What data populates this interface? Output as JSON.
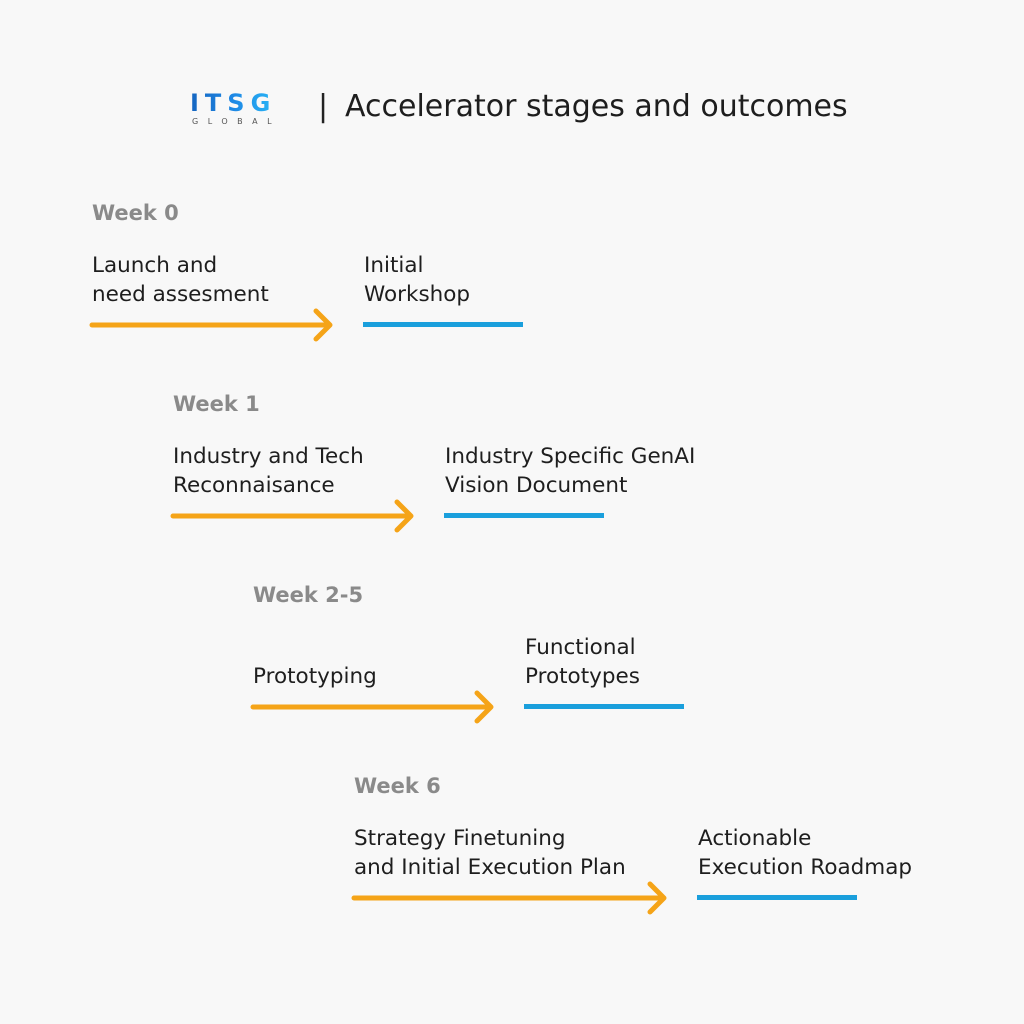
{
  "header": {
    "logo_text": "ITSG",
    "logo_sub": "GLOBAL",
    "separator": "|",
    "title": "Accelerator stages and outcomes"
  },
  "colors": {
    "background": "#f8f8f8",
    "arrow": "#f5a418",
    "outcome_line": "#1a9fdc",
    "week_label": "#8a8a8a",
    "logo_blue": "#1e88e5"
  },
  "stages": [
    {
      "week": "Week 0",
      "step_lines": [
        "Launch and",
        "need assesment"
      ],
      "outcome_lines": [
        "Initial",
        "Workshop"
      ]
    },
    {
      "week": "Week 1",
      "step_lines": [
        "Industry and Tech",
        "Reconnaisance"
      ],
      "outcome_lines": [
        "Industry Specific GenAI",
        "Vision Document"
      ]
    },
    {
      "week": "Week 2-5",
      "step_lines": [
        "",
        "Prototyping"
      ],
      "outcome_lines": [
        "Functional",
        "Prototypes"
      ]
    },
    {
      "week": "Week 6",
      "step_lines": [
        "Strategy Finetuning",
        "and Initial Execution Plan"
      ],
      "outcome_lines": [
        "Actionable",
        "Execution Roadmap"
      ]
    }
  ]
}
